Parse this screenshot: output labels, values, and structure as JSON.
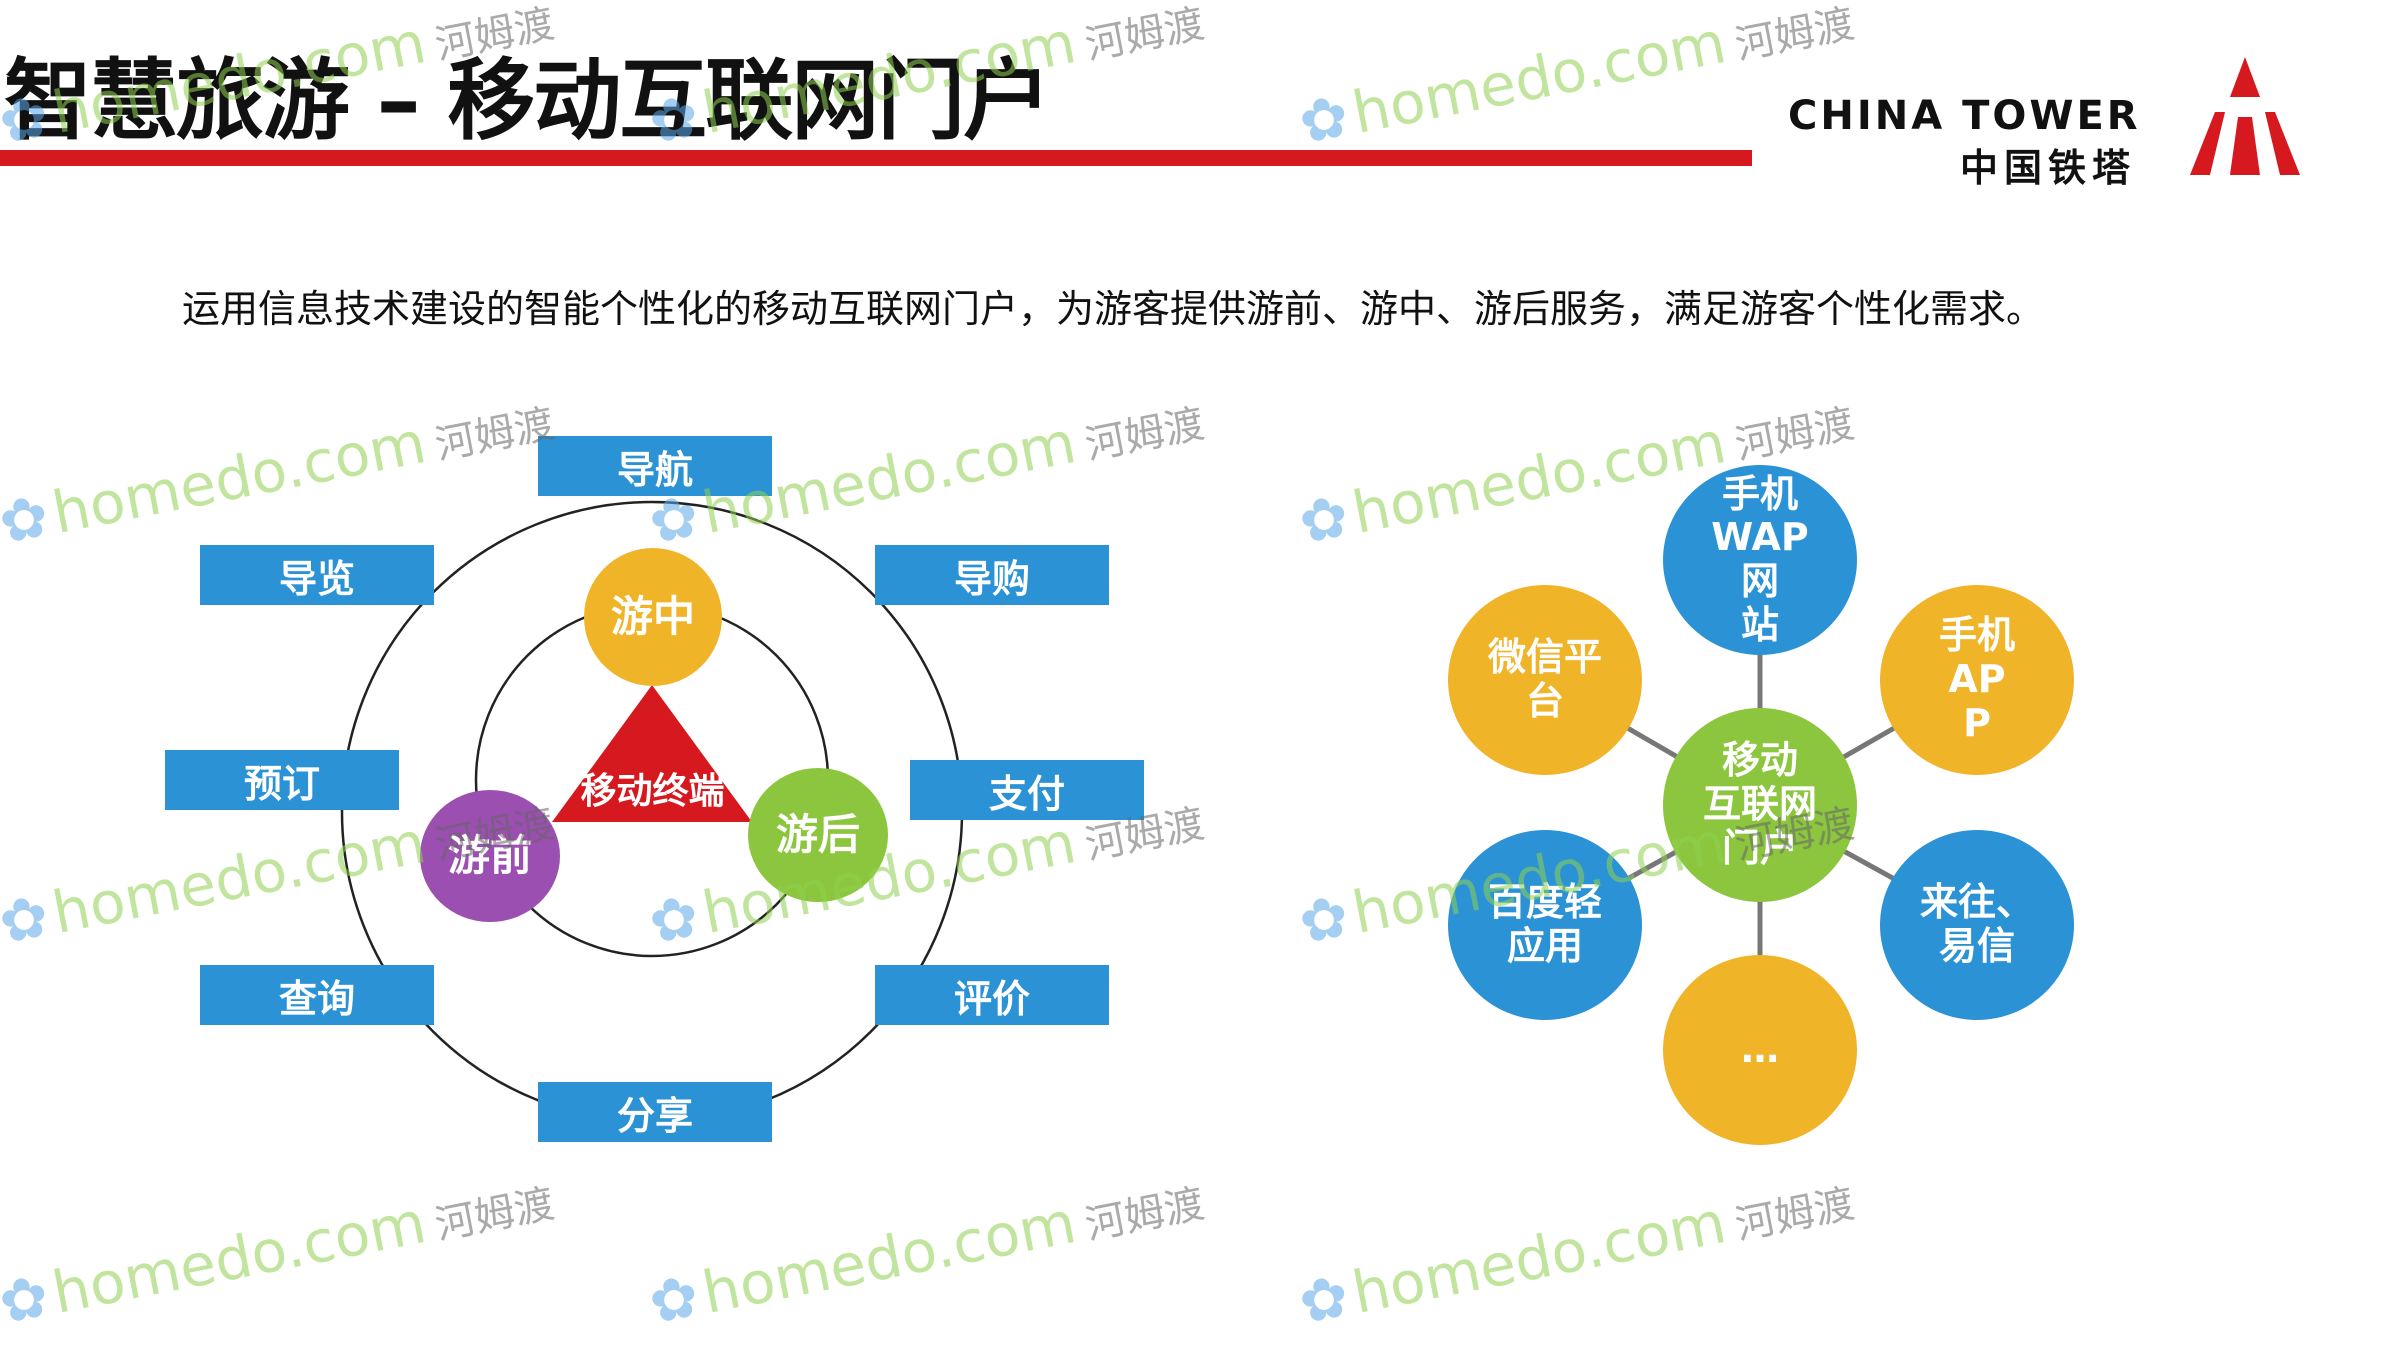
{
  "header": {
    "title": "智慧旅游 – 移动互联网门户",
    "logo_en": "CHINA TOWER",
    "logo_cn": "中国铁塔",
    "brand_red": "#d5191f"
  },
  "subtitle": "运用信息技术建设的智能个性化的移动互联网门户，为游客提供游前、游中、游后服务，满足游客个性化需求。",
  "left_diagram": {
    "center_label": "移动终端",
    "inner_nodes": {
      "top": "游中",
      "left": "游前",
      "right": "游后"
    },
    "services": {
      "nav": "导航",
      "tour": "导览",
      "shop": "导购",
      "book": "预订",
      "pay": "支付",
      "query": "查询",
      "review": "评价",
      "share": "分享"
    },
    "colors": {
      "box": "#2b92d6",
      "yellow": "#f0b428",
      "purple": "#9b4fb0",
      "green": "#8cc63f",
      "red": "#d5191f"
    }
  },
  "right_diagram": {
    "center": "移动\n互联网\n门户",
    "top": "手机\nWAP\n网\n站",
    "top_left": "微信平\n台",
    "top_right": "手机\nAP\nP",
    "bottom_left": "百度轻\n应用",
    "bottom_right": "来往、\n易信",
    "bottom": "…",
    "colors": {
      "blue": "#2b92d6",
      "yellow": "#f0b428",
      "green": "#8cc63f"
    }
  },
  "watermark": {
    "latin": "homedo.com",
    "cn": "河姆渡"
  }
}
